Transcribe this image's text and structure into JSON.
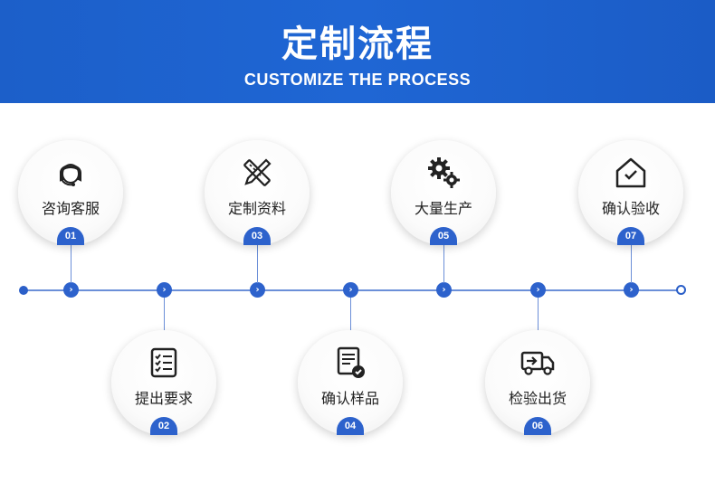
{
  "header": {
    "title": "定制流程",
    "subtitle": "CUSTOMIZE THE PROCESS"
  },
  "colors": {
    "header_bg": "#1f66d4",
    "accent": "#2d62cc",
    "line": "#6b8fd8",
    "label": "#222222"
  },
  "steps": [
    {
      "label": "咨询客服",
      "number": "01",
      "icon": "customer-service-icon"
    },
    {
      "label": "提出要求",
      "number": "02",
      "icon": "checklist-icon"
    },
    {
      "label": "定制资料",
      "number": "03",
      "icon": "ruler-pencil-icon"
    },
    {
      "label": "确认样品",
      "number": "04",
      "icon": "document-check-icon"
    },
    {
      "label": "大量生产",
      "number": "05",
      "icon": "gears-icon"
    },
    {
      "label": "检验出货",
      "number": "06",
      "icon": "delivery-truck-icon"
    },
    {
      "label": "确认验收",
      "number": "07",
      "icon": "house-check-icon"
    }
  ],
  "timeline": {
    "node_symbol": "›"
  }
}
